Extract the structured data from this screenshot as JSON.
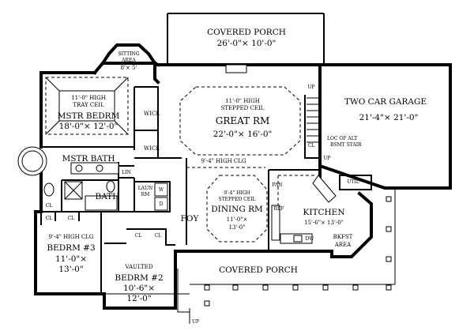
{
  "rooms": {
    "covered_porch_top": {
      "name": "COVERED PORCH",
      "dims": "26'-0\"× 10'-0\""
    },
    "sitting_area": {
      "name": "SITTING",
      "name2": "AREA",
      "dims": "8'× 5'"
    },
    "mstr_bedrm": {
      "note1": "11'-0\" HIGH",
      "note2": "TRAY CEIL",
      "name": "MSTR BEDRM",
      "dims": "18'-0\"× 12'-0\""
    },
    "great_rm": {
      "note1": "11'-0\" HIGH",
      "note2": "STEPPED CEIL",
      "name": "GREAT RM",
      "dims": "22'-0\"× 16'-0\""
    },
    "garage": {
      "name": "TWO CAR GARAGE",
      "dims": "21'-4\"× 21'-0\""
    },
    "wicl_1": {
      "name": "WICL"
    },
    "wicl_2": {
      "name": "WICL"
    },
    "mstr_bath": {
      "name": "MSTR BATH"
    },
    "hall_clg": {
      "note": "9'-4\" HIGH CLG"
    },
    "loc_alt_stair": {
      "line1": "LOC OF ALT",
      "line2": "BSMT STAIR"
    },
    "lin": {
      "name": "LIN"
    },
    "laun": {
      "name1": "LAUN",
      "name2": "RM"
    },
    "bath": {
      "name": "BATH"
    },
    "dining_rm": {
      "note1": "9'-4\" HIGH",
      "note2": "STEPPED CEIL",
      "name": "DINING RM",
      "dims1": "11'-0\"×",
      "dims2": "13'-0\""
    },
    "pan": {
      "name": "PAN"
    },
    "ref": {
      "name": "REF"
    },
    "util": {
      "name": "UTIL"
    },
    "kitchen": {
      "name": "KITCHEN",
      "dims": "15'-6\"× 13'-0\""
    },
    "dw": {
      "name": "DW"
    },
    "bkfst": {
      "name1": "BKFST",
      "name2": "AREA"
    },
    "foy": {
      "name": "FOY"
    },
    "bedrm3": {
      "note": "9'-4\" HIGH CLG",
      "name": "BEDRM #3",
      "dims1": "11'-0\"×",
      "dims2": "13'-0\""
    },
    "bedrm2": {
      "note": "VAULTED",
      "name": "BEDRM #2",
      "dims1": "10'-6\"×",
      "dims2": "12'-0\""
    },
    "covered_porch_bottom": {
      "name": "COVERED PORCH"
    }
  },
  "small_labels": {
    "cl": "CL",
    "w": "W",
    "d": "D",
    "up": "UP"
  }
}
